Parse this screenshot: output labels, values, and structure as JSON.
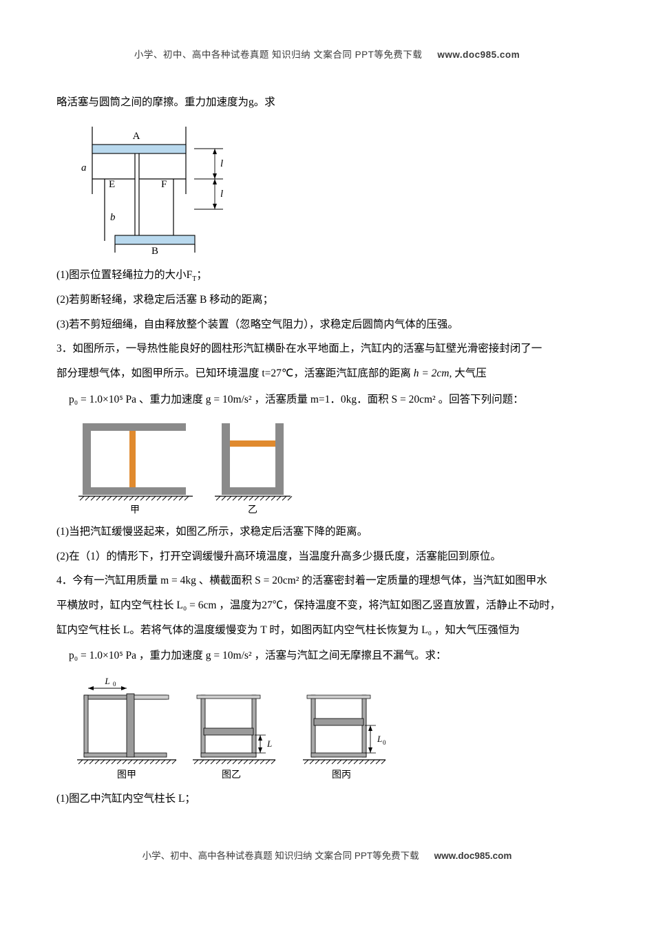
{
  "header": {
    "text": "小学、初中、高中各种试卷真题  知识归纳  文案合同  PPT等免费下载",
    "url": "www.doc985.com"
  },
  "footer": {
    "text": "小学、初中、高中各种试卷真题  知识归纳  文案合同  PPT等免费下载",
    "url": "www.doc985.com"
  },
  "content": {
    "line_top": "略活塞与圆筒之间的摩擦。重力加速度为g。求",
    "q_prev": [
      "(1)图示位置轻绳拉力的大小F",
      "(2)若剪断轻绳，求稳定后活塞 B 移动的距离；",
      "(3)若不剪短细绳，自由释放整个装置（忽略空气阻力），求稳定后圆筒内气体的压强。"
    ],
    "q_prev_1_sub": "T",
    "q_prev_1_tail": "；",
    "problem3": {
      "text_a": "3．如图所示，一导热性能良好的圆柱形汽缸横卧在水平地面上，汽缸内的活塞与缸壁光滑密接封闭了一",
      "text_b": "部分理想气体，如图甲所示。已知环境温度 t=27℃，活塞距汽缸底部的距离",
      "h_expr": "h = 2cm,",
      "text_c": "大气压",
      "math": "p₀ = 1.0×10⁵ Pa 、重力加速度 g = 10m/s² ，活塞质量 m=1．0kg．面积 S = 20cm² 。回答下列问题：",
      "fig_labels": [
        "甲",
        "乙"
      ],
      "sub1": "(1)当把汽缸缓慢竖起来，如图乙所示，求稳定后活塞下降的距离。",
      "sub2": "(2)在（1）的情形下，打开空调缓慢升高环境温度，当温度升高多少摄氏度，活塞能回到原位。"
    },
    "problem4": {
      "text_a": "4．今有一汽缸用质量 m = 4kg 、横截面积 S = 20cm² 的活塞密封着一定质量的理想气体，当汽缸如图甲水",
      "text_b": "平横放时，缸内空气柱长 L₀ = 6cm ，温度为27℃，保持温度不变，将汽缸如图乙竖直放置，活静止不动时，",
      "text_c": "缸内空气柱长 L。若将气体的温度缓慢变为 T 时，如图丙缸内空气柱长恢复为 L₀ ，知大气压强恒为",
      "math": "p₀ = 1.0×10⁵ Pa ，重力加速度 g = 10m/s² ，活塞与汽缸之间无摩擦且不漏气。求：",
      "fig_labels": [
        "图甲",
        "图乙",
        "图丙"
      ],
      "fig_marks": [
        "L₀",
        "L",
        "L₀"
      ],
      "sub1": "(1)图乙中汽缸内空气柱长 L；"
    },
    "fig1_labels": {
      "A": "A",
      "B": "B",
      "E": "E",
      "F": "F",
      "a": "a",
      "b": "b",
      "l1": "l",
      "l2": "l"
    }
  },
  "colors": {
    "piston_blue": "#b9d9ee",
    "cyl_gray": "#8a8a8a",
    "piston_orange": "#e08a2e",
    "piston_gray": "#9a9a9a",
    "text": "#000000",
    "header_gray": "#3a3a3a"
  }
}
